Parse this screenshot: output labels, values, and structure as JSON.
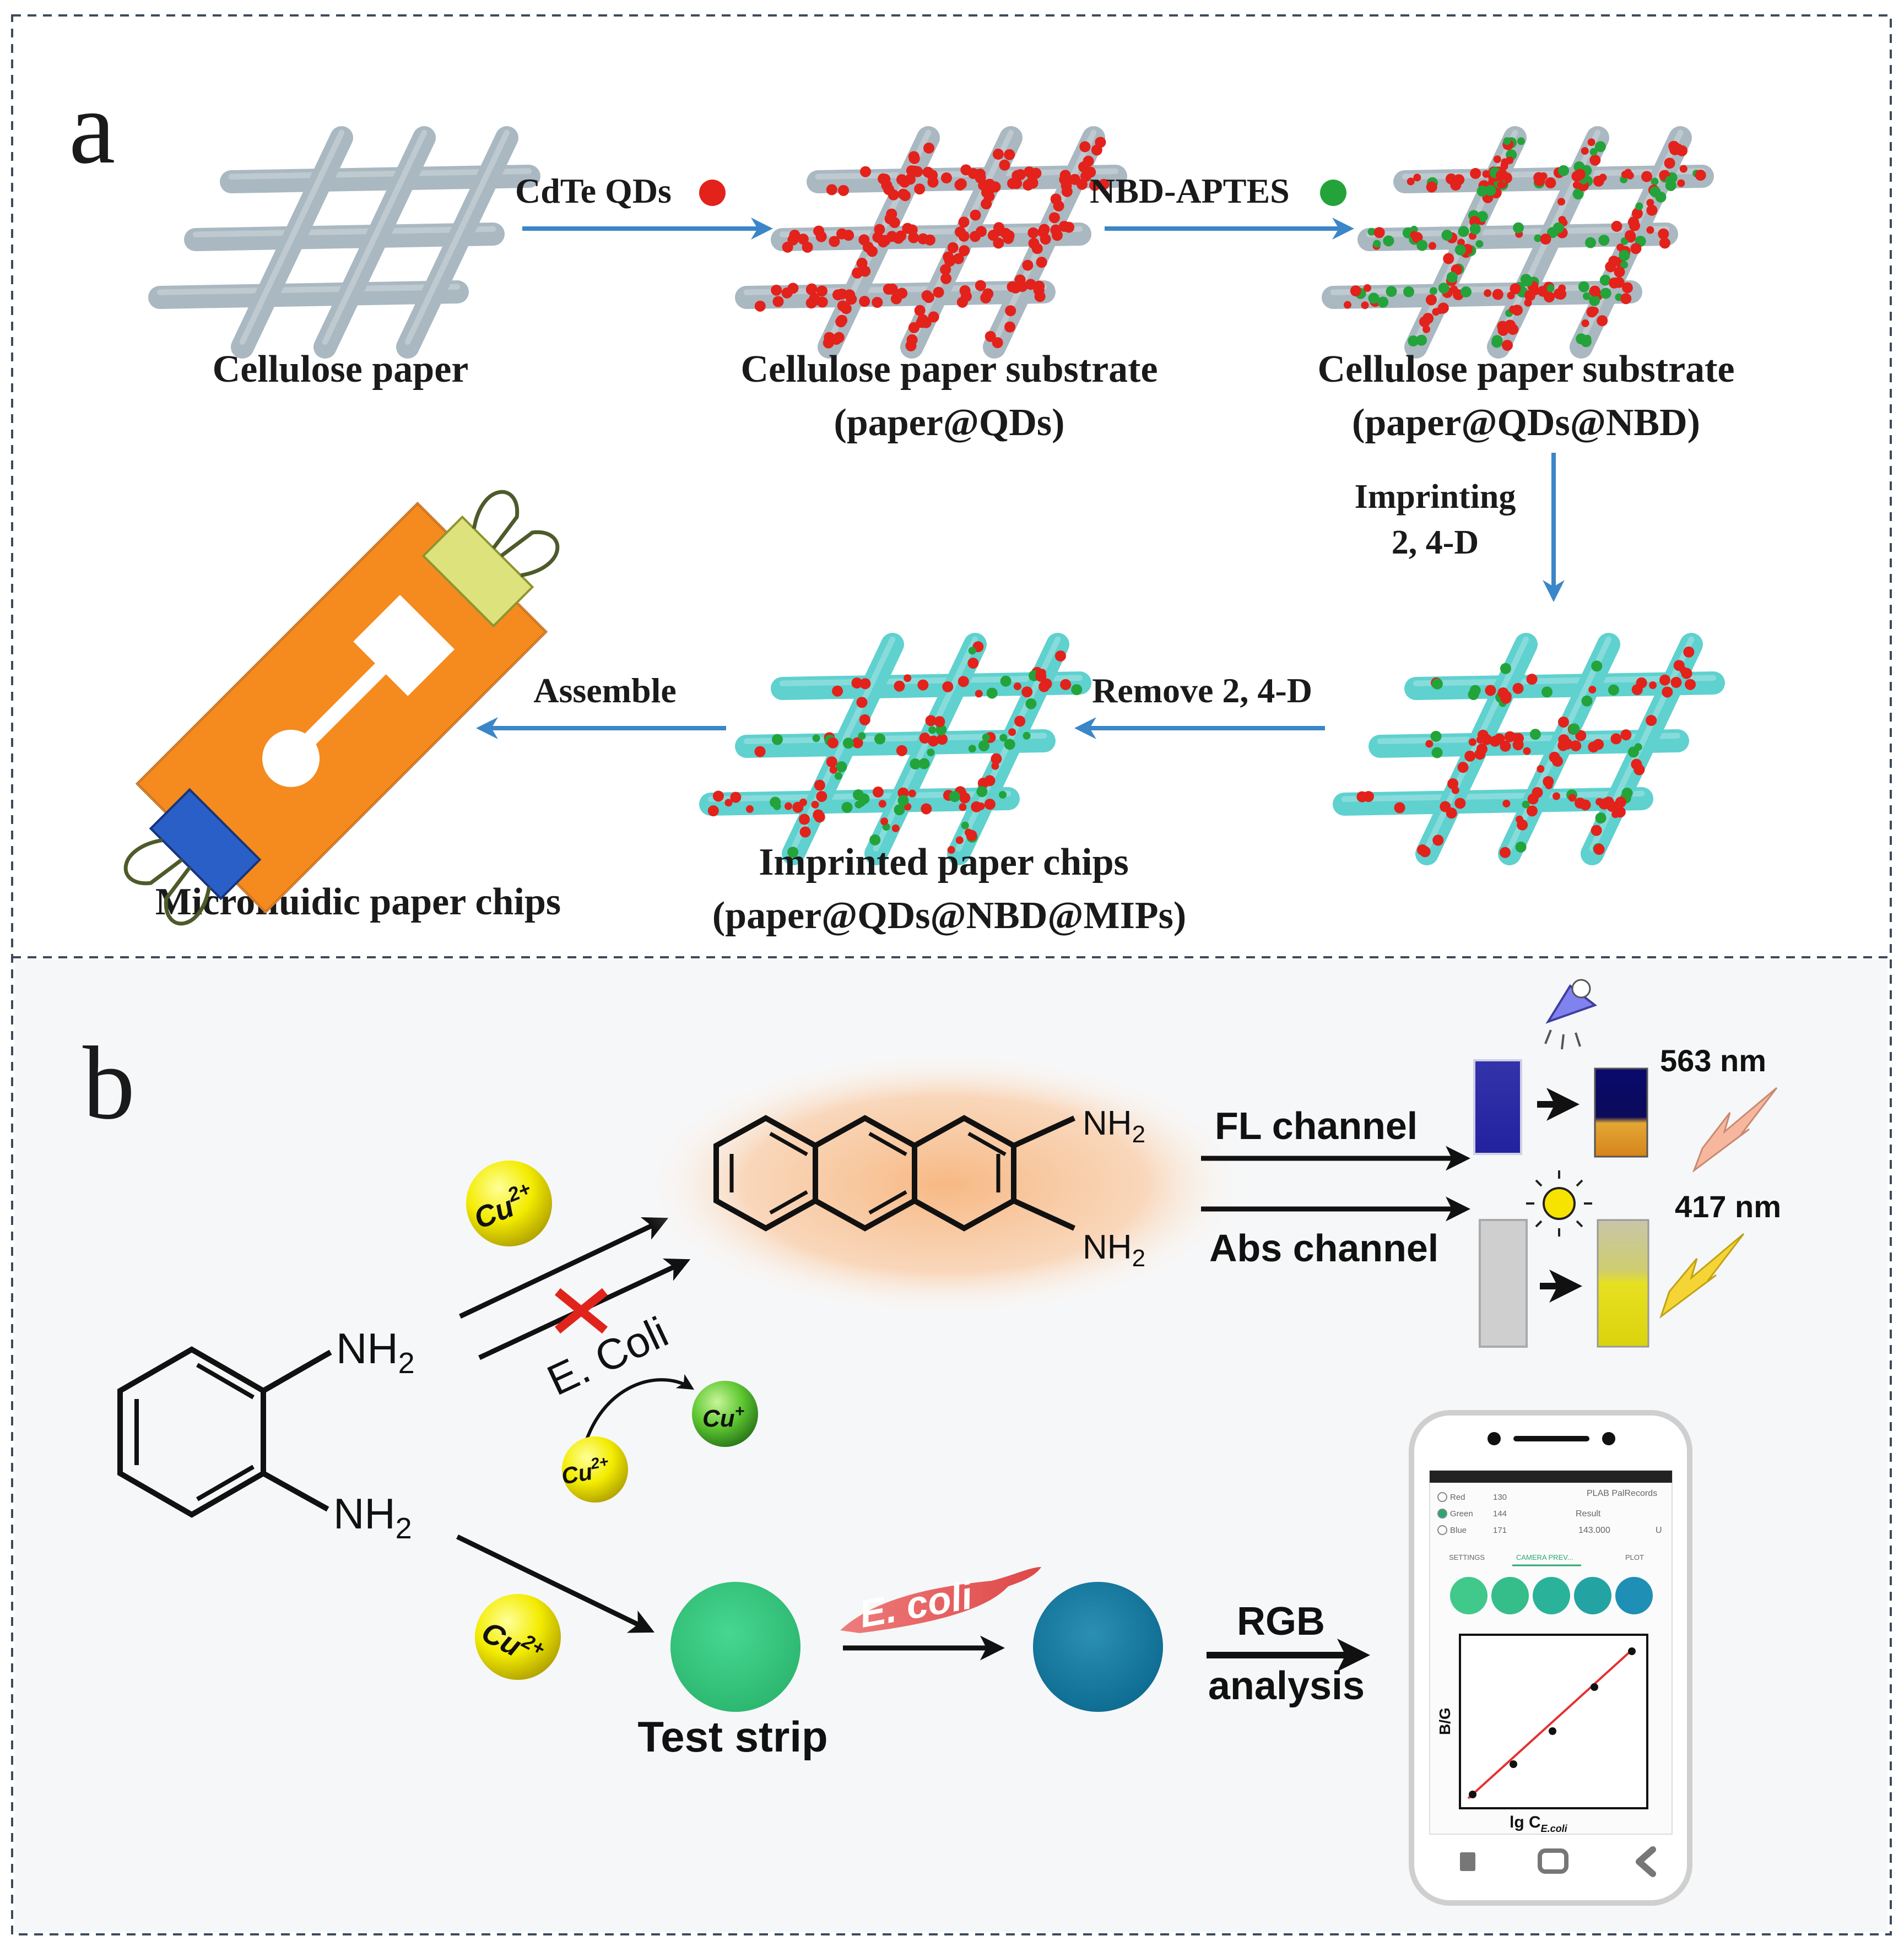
{
  "panel_a": {
    "letter": "a",
    "step1": "CdTe QDs",
    "step2": "NBD-APTES",
    "step3_line1": "Imprinting",
    "step3_line2": "2, 4-D",
    "step4": "Remove 2, 4-D",
    "step5": "Assemble",
    "cellulose_paper": "Cellulose paper",
    "substrate1_line1": "Cellulose paper substrate",
    "substrate1_line2": "(paper@QDs)",
    "substrate2_line1": "Cellulose paper substrate",
    "substrate2_line2": "(paper@QDs@NBD)",
    "imprinted_line1": "Imprinted  paper chips",
    "imprinted_line2": "(paper@QDs@NBD@MIPs)",
    "microfluidic": "Microfluidic paper chips",
    "colors": {
      "grid_grey": "#a9b8c1",
      "grid_teal": "#5fd1cf",
      "qd_red": "#e2221b",
      "nbd_green": "#24a33a",
      "arrow_blue": "#3a86c8",
      "chip_orange": "#f58a1f"
    }
  },
  "panel_b": {
    "letter": "b",
    "nh2": "NH",
    "sub2": "2",
    "cu2_base": "Cu",
    "cu2_sup": "2+",
    "cu_plus_sup": "+",
    "ecoli_label": "E. Coli",
    "fl_channel": "FL channel",
    "abs_channel": "Abs channel",
    "nm563": "563 nm",
    "nm417": "417 nm",
    "test_strip": "Test strip",
    "ecoli_brush": "E. coli",
    "rgb_line1": "RGB",
    "rgb_line2": "analysis",
    "phone": {
      "rows": [
        {
          "label": "Red",
          "value": "130"
        },
        {
          "label": "Green",
          "value": "144"
        },
        {
          "label": "Blue",
          "value": "171"
        }
      ],
      "header_right": "PLAB PalRecords",
      "result_label": "Result",
      "result_value": "143.000",
      "result_unit": "U",
      "tabs": [
        "SETTINGS",
        "CAMERA PREV...",
        "PLOT"
      ],
      "plot_ylabel": "B/G",
      "plot_xlabel": "lg C",
      "plot_xlabel_sub": "E.coli"
    },
    "icons": [
      "lamp-icon",
      "sun-icon",
      "lightning-icon",
      "home-button-icon",
      "back-icon"
    ]
  }
}
